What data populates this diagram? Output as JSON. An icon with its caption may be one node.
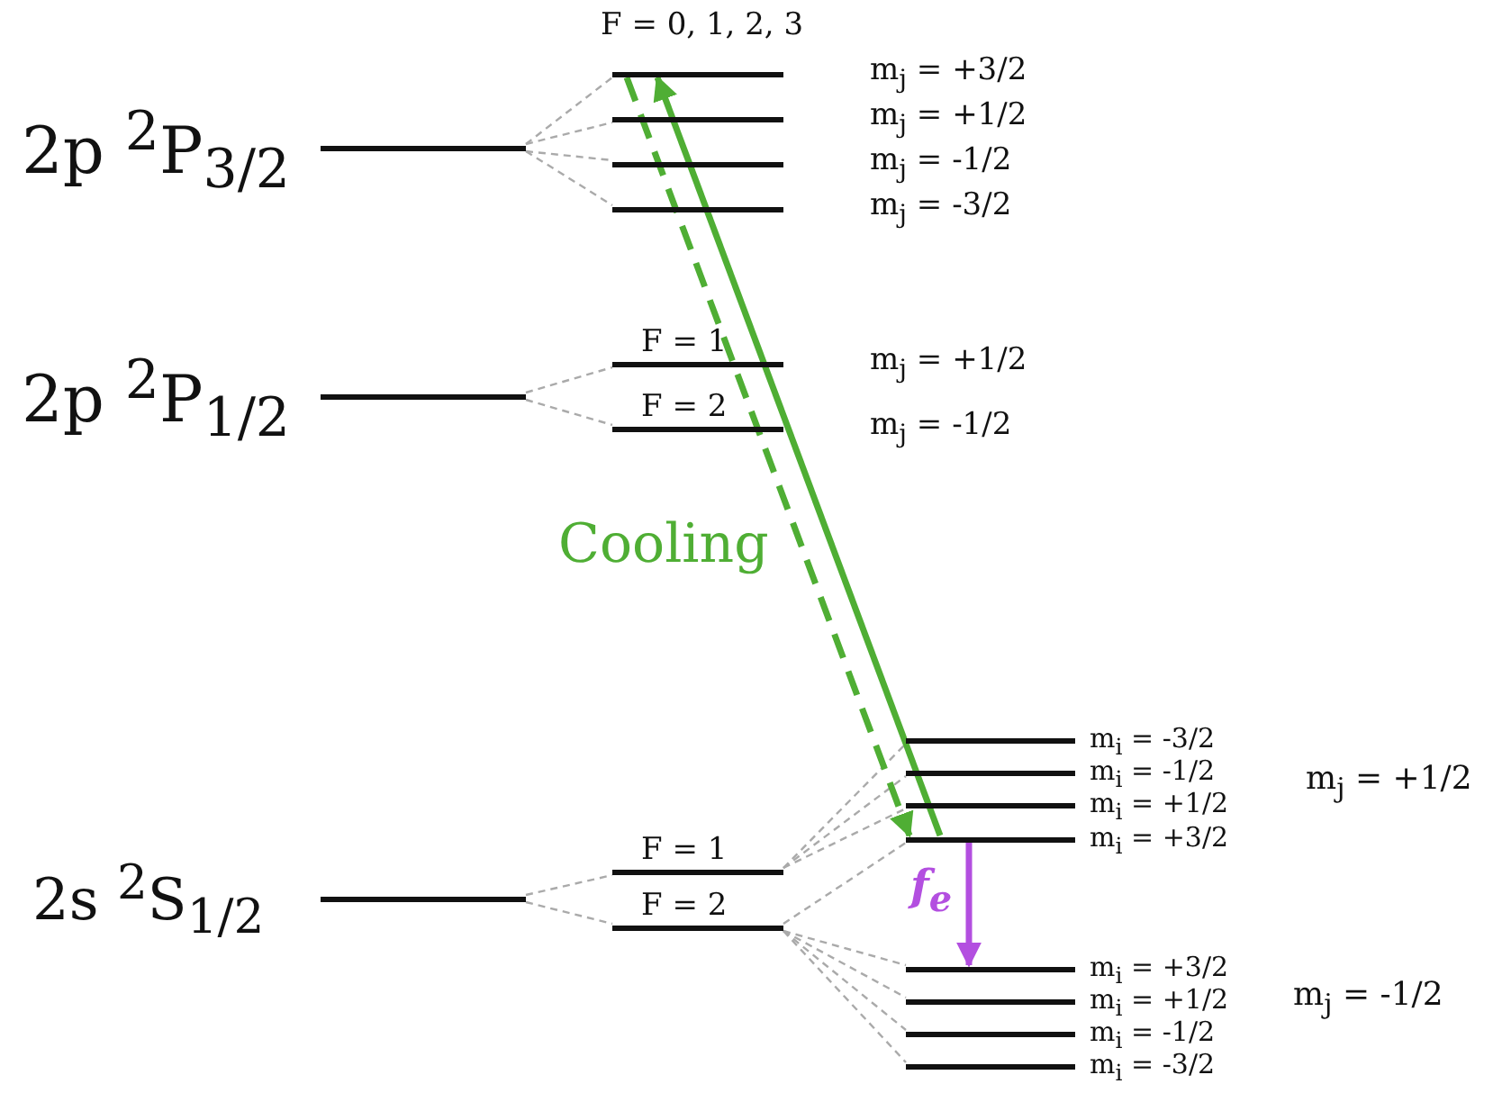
{
  "diagram": {
    "nodes": [
      {
        "text": [],
        "shape": "bar",
        "beside": [
          "2p $^{2}$P$_{3/2}$"
        ]
      },
      {
        "text": [],
        "shape": "bar",
        "beside": [
          "F = 0, 1, 2, 3",
          "m$_{j}$ = +3/2"
        ]
      },
      {
        "text": [],
        "shape": "bar",
        "beside": [
          "m$_{j}$ = +1/2"
        ]
      },
      {
        "text": [],
        "shape": "bar",
        "beside": [
          "m$_{j}$ = -1/2"
        ]
      },
      {
        "text": [],
        "shape": "bar",
        "beside": [
          "m$_{j}$ = -3/2"
        ]
      },
      {
        "text": [],
        "shape": "bar",
        "beside": [
          "2p $^{2}$P$_{1/2}$"
        ]
      },
      {
        "text": [],
        "shape": "bar",
        "beside": [
          "F = 1",
          "m$_{j}$ = +1/2"
        ]
      },
      {
        "text": [],
        "shape": "bar",
        "beside": [
          "F = 2",
          "m$_{j}$ = -1/2"
        ]
      },
      {
        "text": [],
        "shape": "bar",
        "beside": [
          "2s $^{2}$S$_{1/2}$"
        ]
      },
      {
        "text": [],
        "shape": "bar",
        "beside": [
          "F = 1"
        ]
      },
      {
        "text": [],
        "shape": "bar",
        "beside": [
          "F = 2"
        ]
      },
      {
        "text": [],
        "shape": "bar",
        "beside": [
          "m$_{i}$ = -3/2"
        ]
      },
      {
        "text": [],
        "shape": "bar",
        "beside": [
          "m$_{i}$ = -1/2"
        ]
      },
      {
        "text": [],
        "shape": "bar",
        "beside": [
          "m$_{i}$ = +1/2"
        ]
      },
      {
        "text": [],
        "shape": "bar",
        "beside": [
          "m$_{i}$ = +3/2"
        ]
      },
      {
        "text": [],
        "shape": "bar",
        "beside": [
          "m$_{i}$ = +3/2"
        ]
      },
      {
        "text": [],
        "shape": "bar",
        "beside": [
          "m$_{i}$ = +1/2"
        ]
      },
      {
        "text": [],
        "shape": "bar",
        "beside": [
          "m$_{i}$ = -1/2"
        ]
      },
      {
        "text": [],
        "shape": "bar",
        "beside": [
          "m$_{i}$ = -3/2"
        ]
      }
    ],
    "edges": [
      {
        "from": 0,
        "to": 1,
        "arrow": "none",
        "style": "dashed"
      },
      {
        "from": 0,
        "to": 2,
        "arrow": "none",
        "style": "dashed"
      },
      {
        "from": 0,
        "to": 3,
        "arrow": "none",
        "style": "dashed"
      },
      {
        "from": 0,
        "to": 4,
        "arrow": "none",
        "style": "dashed"
      },
      {
        "from": 5,
        "to": 6,
        "arrow": "none",
        "style": "dashed"
      },
      {
        "from": 5,
        "to": 7,
        "arrow": "none",
        "style": "dashed"
      },
      {
        "from": 8,
        "to": 9,
        "arrow": "none",
        "style": "dashed"
      },
      {
        "from": 8,
        "to": 10,
        "arrow": "none",
        "style": "dashed"
      },
      {
        "from": 9,
        "to": 11,
        "arrow": "none",
        "style": "dashed"
      },
      {
        "from": 9,
        "to": 12,
        "arrow": "none",
        "style": "dashed"
      },
      {
        "from": 9,
        "to": 13,
        "arrow": "none",
        "style": "dashed"
      },
      {
        "from": 10,
        "to": 14,
        "arrow": "none",
        "style": "dashed"
      },
      {
        "from": 10,
        "to": 15,
        "arrow": "none",
        "style": "dashed"
      },
      {
        "from": 10,
        "to": 16,
        "arrow": "none",
        "style": "dashed"
      },
      {
        "from": 10,
        "to": 17,
        "arrow": "none",
        "style": "dashed"
      },
      {
        "from": 10,
        "to": 18,
        "arrow": "none",
        "style": "dashed"
      },
      {
        "from": 14,
        "to": 1,
        "arrow": "to",
        "style": "thick",
        "color": "#4fae34"
      },
      {
        "from": 1,
        "to": 14,
        "arrow": "to",
        "style": "dashed",
        "color": "#4fae34"
      },
      {
        "from": 14,
        "to": 15,
        "arrow": "to",
        "style": "thick",
        "color": "#b34fe0",
        "label": "f$_{e}$"
      }
    ],
    "labels": [
      "Cooling",
      "m$_{j}$ = +1/2",
      "m$_{j}$ = -1/2"
    ]
  }
}
